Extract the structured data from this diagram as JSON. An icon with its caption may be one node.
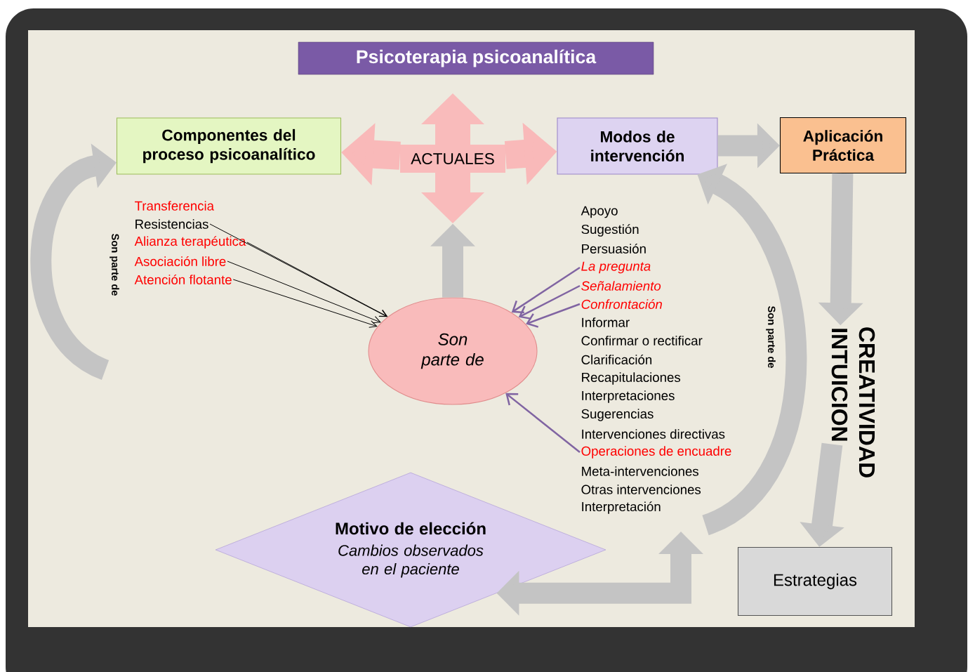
{
  "diagram": {
    "title": "Psicoterapia psicoanalítica",
    "nodes": [
      {
        "text": [
          "Componentes del proceso psicoanalítico"
        ]
      },
      {
        "text": [
          "ACTUALES"
        ]
      },
      {
        "text": [
          "Modos de intervención"
        ]
      },
      {
        "text": [
          "Aplicación Práctica"
        ]
      },
      {
        "text": [
          "Son parte de"
        ]
      },
      {
        "text": [
          "Resistencias"
        ]
      },
      {
        "text": [
          "Alianza terapéutica"
        ]
      },
      {
        "text": [
          "Asociación libre"
        ]
      },
      {
        "text": [
          "Atención flotante"
        ]
      },
      {
        "text": [
          "La pregunta"
        ]
      },
      {
        "text": [
          "Señalamiento"
        ]
      },
      {
        "text": [
          "Confrontación"
        ]
      },
      {
        "text": [
          "Operaciones de encuadre"
        ]
      },
      {
        "text": [
          "Motivo de elección",
          "Cambios observados en el paciente"
        ]
      },
      {
        "text": [
          "INTUICION"
        ]
      },
      {
        "text": [
          "CREATIVIDAD"
        ]
      },
      {
        "text": [
          "Estrategias"
        ]
      }
    ],
    "edges": [
      {
        "from": 5,
        "to": 4,
        "arrow": "to",
        "color": "#000000"
      },
      {
        "from": 6,
        "to": 4,
        "arrow": "to",
        "color": "#000000"
      },
      {
        "from": 7,
        "to": 4,
        "arrow": "to",
        "color": "#000000"
      },
      {
        "from": 8,
        "to": 4,
        "arrow": "to",
        "color": "#000000"
      },
      {
        "from": 9,
        "to": 4,
        "arrow": "to",
        "color": "#8064a2"
      },
      {
        "from": 10,
        "to": 4,
        "arrow": "to",
        "color": "#8064a2"
      },
      {
        "from": 11,
        "to": 4,
        "arrow": "to",
        "color": "#8064a2"
      },
      {
        "from": 12,
        "to": 4,
        "arrow": "to",
        "color": "#8064a2"
      },
      {
        "from": 4,
        "to": 1,
        "arrow": "to",
        "color": "#c4c4c4"
      },
      {
        "from": 1,
        "to": 0,
        "arrow": "to",
        "color": "#f9b9b9"
      },
      {
        "from": 1,
        "to": 2,
        "arrow": "to",
        "color": "#f9b9b9"
      },
      {
        "from": 2,
        "to": 3,
        "arrow": "to",
        "color": "#c4c4c4"
      },
      {
        "from": 3,
        "to": 14,
        "arrow": "to",
        "color": "#c4c4c4"
      },
      {
        "from": 14,
        "to": 16,
        "arrow": "to",
        "color": "#c4c4c4"
      },
      {
        "from": null,
        "to": 0,
        "arrow": "to",
        "color": "#c4c4c4"
      },
      {
        "from": null,
        "to": 2,
        "arrow": "to",
        "color": "#c4c4c4"
      },
      {
        "from": null,
        "to": 13,
        "arrow": "both",
        "color": "#c4c4c4"
      }
    ],
    "labels": [
      "Son parte de",
      "Transferencia",
      "Apoyo",
      "Sugestión",
      "Persuasión",
      "Informar",
      "Confirmar o rectificar",
      "Clarificación",
      "Recapitulaciones",
      "Interpretaciones",
      "Sugerencias",
      "Intervenciones directivas",
      "Meta-intervenciones",
      "Otras intervenciones",
      "Interpretación",
      "Son parte de"
    ]
  }
}
